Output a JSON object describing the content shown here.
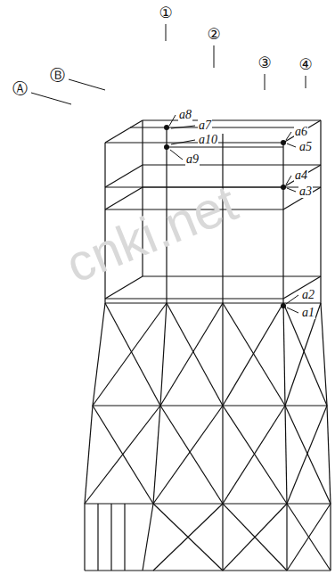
{
  "diagram": {
    "labels": [
      "①",
      "②",
      "③",
      "④",
      "Ⓑ",
      "Ⓐ",
      "a8",
      "a7",
      "a10",
      "a6",
      "a5",
      "a9",
      "a4",
      "a3",
      "a2",
      "a1",
      "cnki.net"
    ]
  }
}
